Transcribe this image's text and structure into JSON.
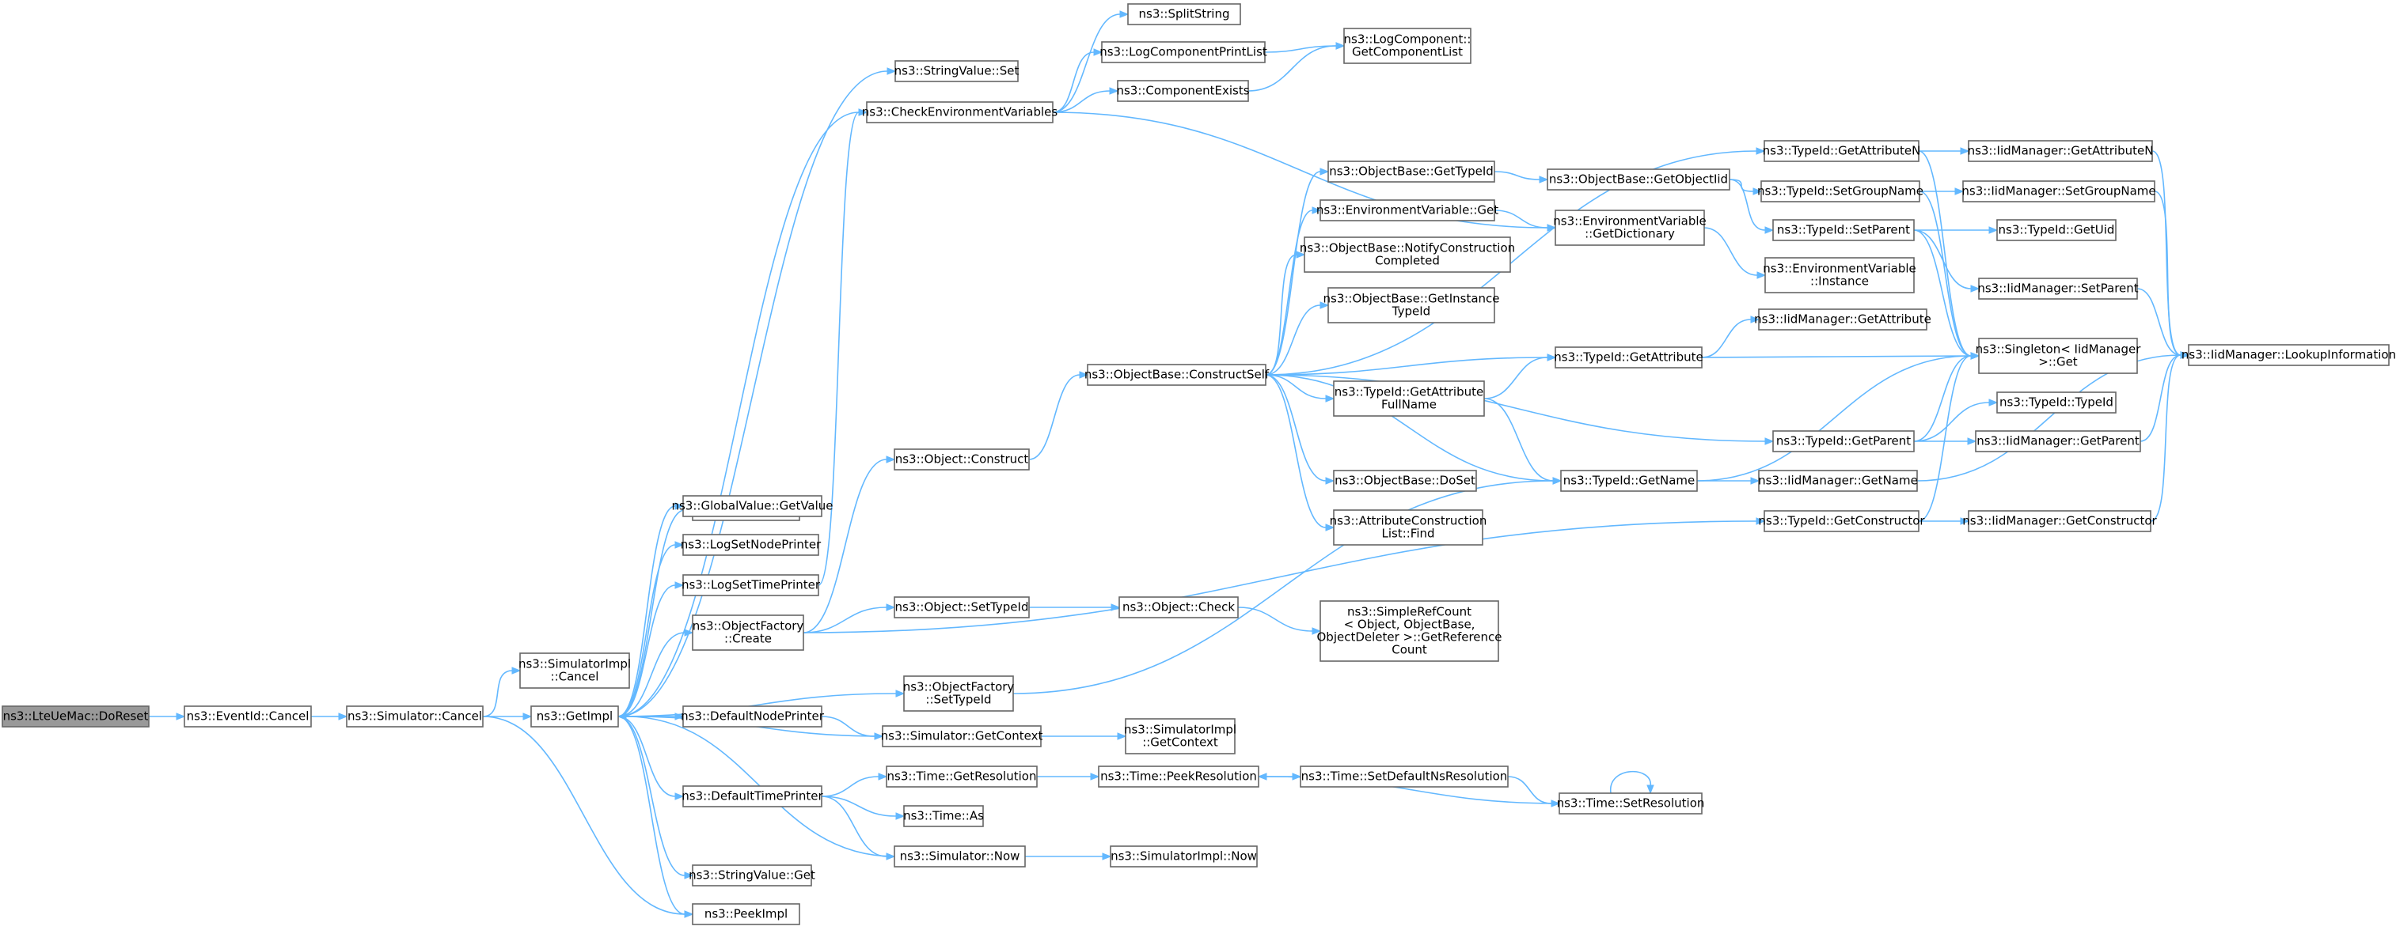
{
  "graph": {
    "root": "LteUeMac_DoReset",
    "nodes": [
      {
        "id": "LteUeMac_DoReset",
        "lines": [
          "ns3::LteUeMac::DoReset"
        ]
      },
      {
        "id": "EventId_Cancel",
        "lines": [
          "ns3::EventId::Cancel"
        ]
      },
      {
        "id": "Simulator_Cancel",
        "lines": [
          "ns3::Simulator::Cancel"
        ]
      },
      {
        "id": "SimulatorImpl_Cancel",
        "lines": [
          "ns3::SimulatorImpl",
          "::Cancel"
        ]
      },
      {
        "id": "GetImpl",
        "lines": [
          "ns3::GetImpl"
        ]
      },
      {
        "id": "PeekImpl",
        "lines": [
          "ns3::PeekImpl"
        ]
      },
      {
        "id": "GetPointer",
        "lines": [
          "ns3::GetPointer"
        ]
      },
      {
        "id": "GlobalValue_GetValue",
        "lines": [
          "ns3::GlobalValue::GetValue"
        ]
      },
      {
        "id": "LogSetNodePrinter",
        "lines": [
          "ns3::LogSetNodePrinter"
        ]
      },
      {
        "id": "LogSetTimePrinter",
        "lines": [
          "ns3::LogSetTimePrinter"
        ]
      },
      {
        "id": "ObjectFactory_Create",
        "lines": [
          "ns3::ObjectFactory",
          "::Create"
        ]
      },
      {
        "id": "ObjectFactory_SetTypeId",
        "lines": [
          "ns3::ObjectFactory",
          "::SetTypeId"
        ]
      },
      {
        "id": "DefaultNodePrinter",
        "lines": [
          "ns3::DefaultNodePrinter"
        ]
      },
      {
        "id": "DefaultTimePrinter",
        "lines": [
          "ns3::DefaultTimePrinter"
        ]
      },
      {
        "id": "StringValue_Get",
        "lines": [
          "ns3::StringValue::Get"
        ]
      },
      {
        "id": "StringValue_Set",
        "lines": [
          "ns3::StringValue::Set"
        ]
      },
      {
        "id": "CheckEnvironmentVariables",
        "lines": [
          "ns3::CheckEnvironmentVariables"
        ]
      },
      {
        "id": "Object_Construct",
        "lines": [
          "ns3::Object::Construct"
        ]
      },
      {
        "id": "Object_SetTypeId",
        "lines": [
          "ns3::Object::SetTypeId"
        ]
      },
      {
        "id": "Simulator_GetContext",
        "lines": [
          "ns3::Simulator::GetContext"
        ]
      },
      {
        "id": "Time_GetResolution",
        "lines": [
          "ns3::Time::GetResolution"
        ]
      },
      {
        "id": "Time_As",
        "lines": [
          "ns3::Time::As"
        ]
      },
      {
        "id": "Simulator_Now",
        "lines": [
          "ns3::Simulator::Now"
        ]
      },
      {
        "id": "SplitString",
        "lines": [
          "ns3::SplitString"
        ]
      },
      {
        "id": "LogComponentPrintList",
        "lines": [
          "ns3::LogComponentPrintList"
        ]
      },
      {
        "id": "ComponentExists",
        "lines": [
          "ns3::ComponentExists"
        ]
      },
      {
        "id": "LogComponent_GetComponentList",
        "lines": [
          "ns3::LogComponent::",
          "GetComponentList"
        ]
      },
      {
        "id": "ObjectBase_ConstructSelf",
        "lines": [
          "ns3::ObjectBase::ConstructSelf"
        ]
      },
      {
        "id": "Object_Check",
        "lines": [
          "ns3::Object::Check"
        ]
      },
      {
        "id": "SimulatorImpl_GetContext",
        "lines": [
          "ns3::SimulatorImpl",
          "::GetContext"
        ]
      },
      {
        "id": "Time_PeekResolution",
        "lines": [
          "ns3::Time::PeekResolution"
        ]
      },
      {
        "id": "SimulatorImpl_Now",
        "lines": [
          "ns3::SimulatorImpl::Now"
        ]
      },
      {
        "id": "ObjectBase_GetTypeId",
        "lines": [
          "ns3::ObjectBase::GetTypeId"
        ]
      },
      {
        "id": "EnvironmentVariable_Get",
        "lines": [
          "ns3::EnvironmentVariable::Get"
        ]
      },
      {
        "id": "ObjectBase_NotifyConstructionCompleted",
        "lines": [
          "ns3::ObjectBase::NotifyConstruction",
          "Completed"
        ]
      },
      {
        "id": "ObjectBase_GetInstanceTypeId",
        "lines": [
          "ns3::ObjectBase::GetInstance",
          "TypeId"
        ]
      },
      {
        "id": "TypeId_GetAttributeFullName",
        "lines": [
          "ns3::TypeId::GetAttribute",
          "FullName"
        ]
      },
      {
        "id": "ObjectBase_DoSet",
        "lines": [
          "ns3::ObjectBase::DoSet"
        ]
      },
      {
        "id": "AttributeConstructionList_Find",
        "lines": [
          "ns3::AttributeConstruction",
          "List::Find"
        ]
      },
      {
        "id": "SimpleRefCount_GetReferenceCount",
        "lines": [
          "ns3::SimpleRefCount",
          "< Object, ObjectBase,",
          "ObjectDeleter >::GetReference",
          "Count"
        ]
      },
      {
        "id": "Time_SetDefaultNsResolution",
        "lines": [
          "ns3::Time::SetDefaultNsResolution"
        ]
      },
      {
        "id": "ObjectBase_GetObjectIid",
        "lines": [
          "ns3::ObjectBase::GetObjectIid"
        ]
      },
      {
        "id": "EnvironmentVariable_GetDictionary",
        "lines": [
          "ns3::EnvironmentVariable",
          "::GetDictionary"
        ]
      },
      {
        "id": "TypeId_GetAttribute",
        "lines": [
          "ns3::TypeId::GetAttribute"
        ]
      },
      {
        "id": "TypeId_GetName",
        "lines": [
          "ns3::TypeId::GetName"
        ]
      },
      {
        "id": "Time_SetResolution",
        "lines": [
          "ns3::Time::SetResolution"
        ]
      },
      {
        "id": "TypeId_GetAttributeN",
        "lines": [
          "ns3::TypeId::GetAttributeN"
        ]
      },
      {
        "id": "TypeId_SetGroupName",
        "lines": [
          "ns3::TypeId::SetGroupName"
        ]
      },
      {
        "id": "TypeId_SetParent",
        "lines": [
          "ns3::TypeId::SetParent"
        ]
      },
      {
        "id": "EnvironmentVariable_Instance",
        "lines": [
          "ns3::EnvironmentVariable",
          "::Instance"
        ]
      },
      {
        "id": "TypeId_GetParent",
        "lines": [
          "ns3::TypeId::GetParent"
        ]
      },
      {
        "id": "TypeId_GetConstructor",
        "lines": [
          "ns3::TypeId::GetConstructor"
        ]
      },
      {
        "id": "IidManager_GetAttributeN",
        "lines": [
          "ns3::IidManager::GetAttributeN"
        ]
      },
      {
        "id": "IidManager_SetGroupName",
        "lines": [
          "ns3::IidManager::SetGroupName"
        ]
      },
      {
        "id": "TypeId_GetUid",
        "lines": [
          "ns3::TypeId::GetUid"
        ]
      },
      {
        "id": "IidManager_SetParent",
        "lines": [
          "ns3::IidManager::SetParent"
        ]
      },
      {
        "id": "IidManager_GetAttribute",
        "lines": [
          "ns3::IidManager::GetAttribute"
        ]
      },
      {
        "id": "Singleton_IidManager_Get",
        "lines": [
          "ns3::Singleton< IidManager",
          " >::Get"
        ]
      },
      {
        "id": "TypeId_TypeId",
        "lines": [
          "ns3::TypeId::TypeId"
        ]
      },
      {
        "id": "IidManager_GetParent",
        "lines": [
          "ns3::IidManager::GetParent"
        ]
      },
      {
        "id": "IidManager_GetName",
        "lines": [
          "ns3::IidManager::GetName"
        ]
      },
      {
        "id": "IidManager_GetConstructor",
        "lines": [
          "ns3::IidManager::GetConstructor"
        ]
      },
      {
        "id": "IidManager_LookupInformation",
        "lines": [
          "ns3::IidManager::LookupInformation"
        ]
      }
    ],
    "edges": [
      [
        "LteUeMac_DoReset",
        "EventId_Cancel"
      ],
      [
        "EventId_Cancel",
        "Simulator_Cancel"
      ],
      [
        "Simulator_Cancel",
        "SimulatorImpl_Cancel"
      ],
      [
        "Simulator_Cancel",
        "GetImpl"
      ],
      [
        "Simulator_Cancel",
        "PeekImpl"
      ],
      [
        "GetImpl",
        "GetPointer"
      ],
      [
        "GetImpl",
        "GlobalValue_GetValue"
      ],
      [
        "GetImpl",
        "LogSetNodePrinter"
      ],
      [
        "GetImpl",
        "LogSetTimePrinter"
      ],
      [
        "GetImpl",
        "ObjectFactory_Create"
      ],
      [
        "GetImpl",
        "ObjectFactory_SetTypeId"
      ],
      [
        "GetImpl",
        "DefaultNodePrinter"
      ],
      [
        "GetImpl",
        "DefaultTimePrinter"
      ],
      [
        "GetImpl",
        "StringValue_Get"
      ],
      [
        "GetImpl",
        "PeekImpl"
      ],
      [
        "GetImpl",
        "StringValue_Set"
      ],
      [
        "GetImpl",
        "CheckEnvironmentVariables"
      ],
      [
        "LogSetTimePrinter",
        "CheckEnvironmentVariables"
      ],
      [
        "ObjectFactory_Create",
        "Object_Construct"
      ],
      [
        "ObjectFactory_Create",
        "Object_SetTypeId"
      ],
      [
        "ObjectFactory_Create",
        "TypeId_GetConstructor"
      ],
      [
        "ObjectFactory_SetTypeId",
        "TypeId_GetName"
      ],
      [
        "DefaultNodePrinter",
        "Simulator_GetContext"
      ],
      [
        "Simulator_GetContext",
        "GetImpl"
      ],
      [
        "Simulator_GetContext",
        "SimulatorImpl_GetContext"
      ],
      [
        "DefaultTimePrinter",
        "Time_GetResolution"
      ],
      [
        "DefaultTimePrinter",
        "Time_As"
      ],
      [
        "DefaultTimePrinter",
        "Simulator_Now"
      ],
      [
        "Simulator_Now",
        "GetImpl"
      ],
      [
        "Simulator_Now",
        "SimulatorImpl_Now"
      ],
      [
        "Time_GetResolution",
        "Time_PeekResolution"
      ],
      [
        "Time_PeekResolution",
        "Time_SetDefaultNsResolution"
      ],
      [
        "Time_SetDefaultNsResolution",
        "Time_SetResolution"
      ],
      [
        "Time_SetResolution",
        "Time_PeekResolution"
      ],
      [
        "Time_SetResolution",
        "Time_SetResolution"
      ],
      [
        "CheckEnvironmentVariables",
        "SplitString"
      ],
      [
        "CheckEnvironmentVariables",
        "LogComponentPrintList"
      ],
      [
        "CheckEnvironmentVariables",
        "ComponentExists"
      ],
      [
        "CheckEnvironmentVariables",
        "EnvironmentVariable_GetDictionary"
      ],
      [
        "LogComponentPrintList",
        "LogComponent_GetComponentList"
      ],
      [
        "ComponentExists",
        "LogComponent_GetComponentList"
      ],
      [
        "Object_Construct",
        "ObjectBase_ConstructSelf"
      ],
      [
        "Object_SetTypeId",
        "Object_Check"
      ],
      [
        "Object_Check",
        "SimpleRefCount_GetReferenceCount"
      ],
      [
        "ObjectBase_ConstructSelf",
        "ObjectBase_GetTypeId"
      ],
      [
        "ObjectBase_ConstructSelf",
        "EnvironmentVariable_Get"
      ],
      [
        "ObjectBase_ConstructSelf",
        "ObjectBase_NotifyConstructionCompleted"
      ],
      [
        "ObjectBase_ConstructSelf",
        "ObjectBase_GetInstanceTypeId"
      ],
      [
        "ObjectBase_ConstructSelf",
        "TypeId_GetAttribute"
      ],
      [
        "ObjectBase_ConstructSelf",
        "TypeId_GetAttributeFullName"
      ],
      [
        "ObjectBase_ConstructSelf",
        "ObjectBase_DoSet"
      ],
      [
        "ObjectBase_ConstructSelf",
        "AttributeConstructionList_Find"
      ],
      [
        "ObjectBase_ConstructSelf",
        "TypeId_GetAttributeN"
      ],
      [
        "ObjectBase_ConstructSelf",
        "TypeId_GetParent"
      ],
      [
        "ObjectBase_ConstructSelf",
        "TypeId_GetName"
      ],
      [
        "ObjectBase_GetTypeId",
        "ObjectBase_GetObjectIid"
      ],
      [
        "ObjectBase_GetObjectIid",
        "TypeId_SetGroupName"
      ],
      [
        "ObjectBase_GetObjectIid",
        "TypeId_SetParent"
      ],
      [
        "EnvironmentVariable_Get",
        "EnvironmentVariable_GetDictionary"
      ],
      [
        "EnvironmentVariable_GetDictionary",
        "EnvironmentVariable_Instance"
      ],
      [
        "TypeId_GetAttributeFullName",
        "TypeId_GetAttribute"
      ],
      [
        "TypeId_GetAttributeFullName",
        "TypeId_GetName"
      ],
      [
        "TypeId_GetAttribute",
        "IidManager_GetAttribute"
      ],
      [
        "TypeId_GetAttribute",
        "Singleton_IidManager_Get"
      ],
      [
        "TypeId_GetAttributeN",
        "IidManager_GetAttributeN"
      ],
      [
        "TypeId_GetAttributeN",
        "Singleton_IidManager_Get"
      ],
      [
        "TypeId_SetGroupName",
        "IidManager_SetGroupName"
      ],
      [
        "TypeId_SetGroupName",
        "Singleton_IidManager_Get"
      ],
      [
        "TypeId_SetParent",
        "TypeId_GetUid"
      ],
      [
        "TypeId_SetParent",
        "IidManager_SetParent"
      ],
      [
        "TypeId_SetParent",
        "Singleton_IidManager_Get"
      ],
      [
        "TypeId_GetParent",
        "TypeId_TypeId"
      ],
      [
        "TypeId_GetParent",
        "IidManager_GetParent"
      ],
      [
        "TypeId_GetParent",
        "Singleton_IidManager_Get"
      ],
      [
        "TypeId_GetName",
        "IidManager_GetName"
      ],
      [
        "TypeId_GetName",
        "Singleton_IidManager_Get"
      ],
      [
        "TypeId_GetConstructor",
        "IidManager_GetConstructor"
      ],
      [
        "TypeId_GetConstructor",
        "Singleton_IidManager_Get"
      ],
      [
        "IidManager_GetAttributeN",
        "IidManager_LookupInformation"
      ],
      [
        "IidManager_SetGroupName",
        "IidManager_LookupInformation"
      ],
      [
        "IidManager_SetParent",
        "IidManager_LookupInformation"
      ],
      [
        "IidManager_GetParent",
        "IidManager_LookupInformation"
      ],
      [
        "IidManager_GetName",
        "IidManager_LookupInformation"
      ],
      [
        "IidManager_GetConstructor",
        "IidManager_LookupInformation"
      ]
    ]
  },
  "colors": {
    "edge": "#63b8ff",
    "node_border": "#666666",
    "node_fill": "#ffffff",
    "root_fill": "#999999"
  }
}
